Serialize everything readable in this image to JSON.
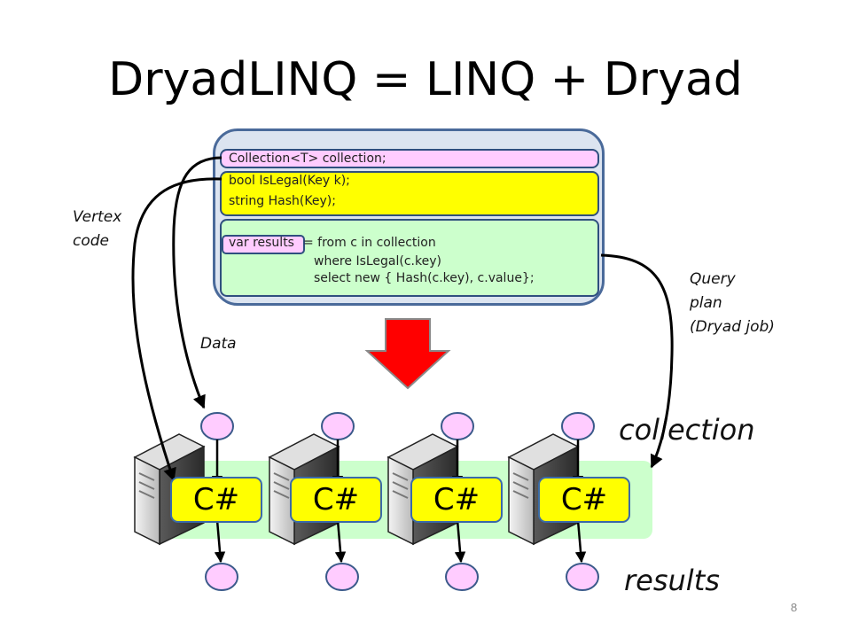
{
  "title": "DryadLINQ = LINQ + Dryad",
  "code": {
    "line1": "Collection<T> collection;",
    "line2": "bool IsLegal(Key k);",
    "line3": "string Hash(Key);",
    "query1_var": "var results",
    "query1_rest": " = from c in collection",
    "query2": "where IsLegal(c.key)",
    "query3": "select new { Hash(c.key), c.value};"
  },
  "labels": {
    "vertex_code_1": "Vertex",
    "vertex_code_2": "code",
    "data": "Data",
    "query_plan_1": "Query",
    "query_plan_2": "plan",
    "query_plan_3": "(Dryad job)",
    "collection": "collection",
    "results": "results"
  },
  "nodes": [
    {
      "label": "C#"
    },
    {
      "label": "C#"
    },
    {
      "label": "C#"
    },
    {
      "label": "C#"
    }
  ],
  "page_number": "8",
  "colors": {
    "panel_bg": "#dce4f0",
    "panel_border": "#4a6a9a",
    "pink": "#ffccff",
    "yellow": "#ffff00",
    "green": "#ccffcc",
    "red_arrow": "#ff0000"
  }
}
